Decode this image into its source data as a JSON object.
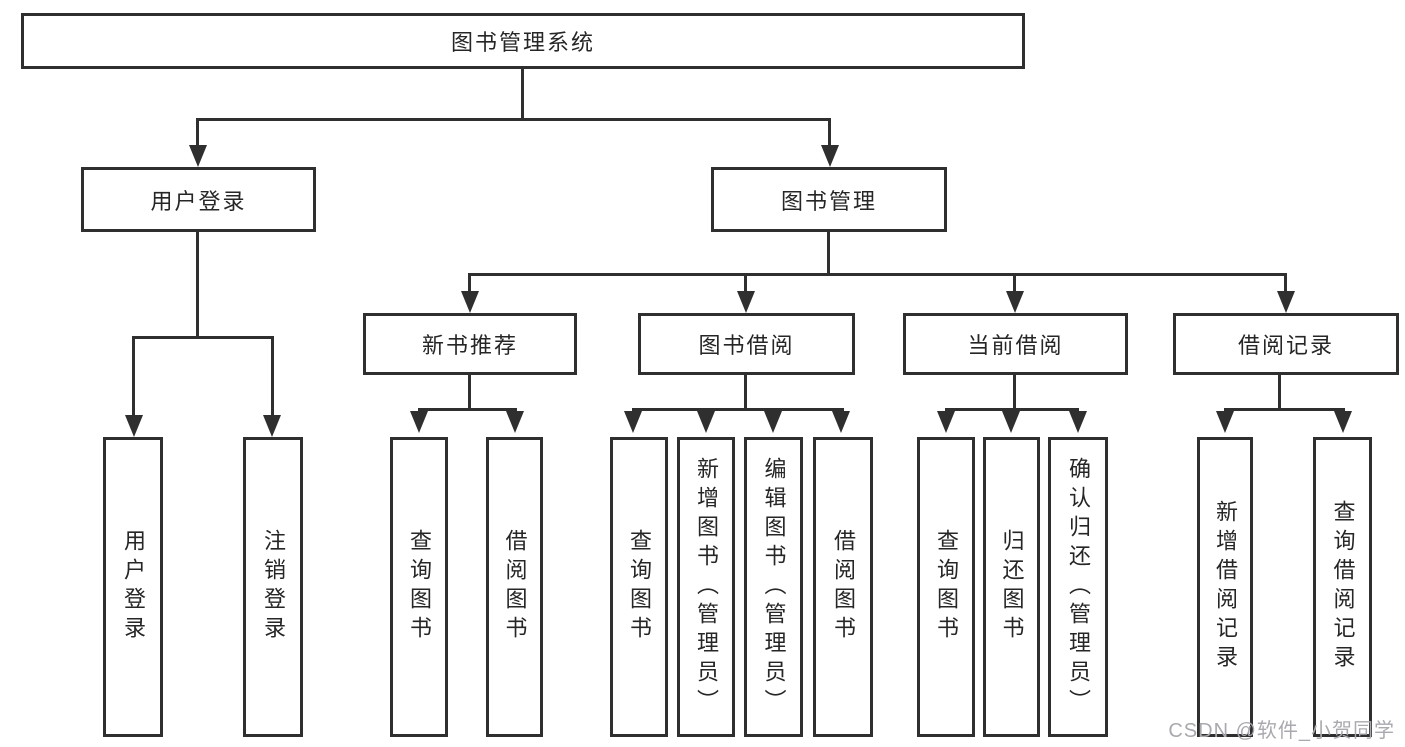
{
  "diagram": {
    "tree": {
      "root": "图书管理系统",
      "children": [
        {
          "label": "用户登录",
          "children": [
            {
              "label": "用户登录"
            },
            {
              "label": "注销登录"
            }
          ]
        },
        {
          "label": "图书管理",
          "children": [
            {
              "label": "新书推荐",
              "children": [
                {
                  "label": "查询图书"
                },
                {
                  "label": "借阅图书"
                }
              ]
            },
            {
              "label": "图书借阅",
              "children": [
                {
                  "label": "查询图书"
                },
                {
                  "label": "新增图书（管理员）"
                },
                {
                  "label": "编辑图书（管理员）"
                },
                {
                  "label": "借阅图书"
                }
              ]
            },
            {
              "label": "当前借阅",
              "children": [
                {
                  "label": "查询图书"
                },
                {
                  "label": "归还图书"
                },
                {
                  "label": "确认归还（管理员）"
                }
              ]
            },
            {
              "label": "借阅记录",
              "children": [
                {
                  "label": "新增借阅记录"
                },
                {
                  "label": "查询借阅记录"
                }
              ]
            }
          ]
        }
      ]
    },
    "colors": {
      "line": "#2f2f2f",
      "text": "#262626",
      "background": "#ffffff",
      "watermark": "#a9a9af"
    },
    "watermark": "CSDN @软件_小贺同学"
  }
}
